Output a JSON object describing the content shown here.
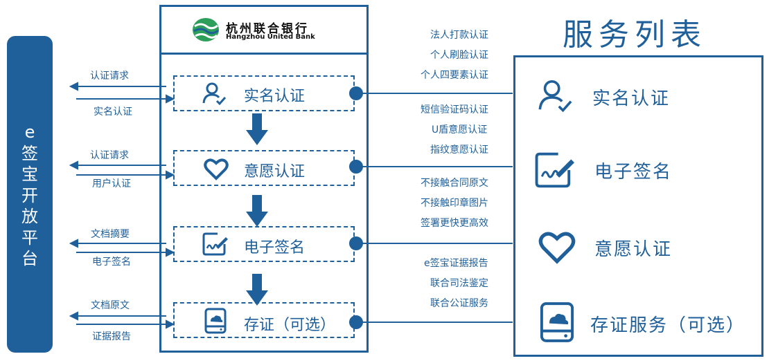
{
  "left_panel": {
    "label": "e签宝开放平台"
  },
  "bank": {
    "name_cn": "杭州联合银行",
    "name_en": "Hangzhou United Bank"
  },
  "steps": [
    {
      "label": "实名认证",
      "icon": "user-check-icon"
    },
    {
      "label": "意愿认证",
      "icon": "heart-icon"
    },
    {
      "label": "电子签名",
      "icon": "signature-pen-icon"
    },
    {
      "label": "存证（可选）",
      "icon": "cloud-storage-icon"
    }
  ],
  "left_arrows": [
    {
      "out": "认证请求",
      "in": "实名认证"
    },
    {
      "out": "认证请求",
      "in": "用户认证"
    },
    {
      "out": "文档摘要",
      "in": "电子签名"
    },
    {
      "out": "文档原文",
      "in": "证据报告"
    }
  ],
  "right_details": [
    [
      "法人打款认证",
      "个人刷脸认证",
      "个人四要素认证"
    ],
    [
      "短信验证码认证",
      "U盾意愿认证",
      "指纹意愿认证"
    ],
    [
      "不接触合同原文",
      "不接触印章图片",
      "签署更快更高效"
    ],
    [
      "e签宝证据报告",
      "联合司法鉴定",
      "联合公证服务"
    ]
  ],
  "service_list": {
    "title": "服务列表",
    "items": [
      {
        "label": "实名认证",
        "icon": "user-check-icon"
      },
      {
        "label": "电子签名",
        "icon": "signature-pen-icon"
      },
      {
        "label": "意愿认证",
        "icon": "heart-icon"
      },
      {
        "label": "存证服务（可选）",
        "icon": "cloud-storage-icon"
      }
    ]
  },
  "colors": {
    "primary": "#1f5f9a",
    "logo_green": "#2e9e5b"
  }
}
